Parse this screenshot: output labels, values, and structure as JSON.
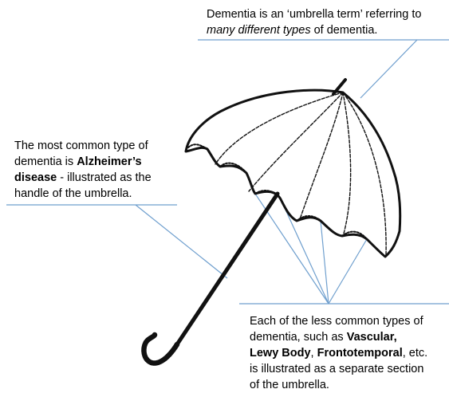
{
  "notes": {
    "top": {
      "line1": "Dementia is an ‘umbrella term’ referring to",
      "line2_italic": "many different types",
      "line2_rest": " of dementia."
    },
    "left": {
      "line1": "The most common type of",
      "line2_pre": "dementia is ",
      "line2_bold": "Alzheimer’s",
      "line3_bold": "disease",
      "line3_rest": " - illustrated as the",
      "line4": "handle of the umbrella."
    },
    "bottom": {
      "line1": "Each of the less common types of",
      "line2_pre": "dementia, such as ",
      "line2_bold": "Vascular,",
      "line3_bold1": "Lewy Body",
      "line3_mid": ", ",
      "line3_bold2": "Frontotemporal",
      "line3_rest": ", etc.",
      "line4": "is illustrated as a separate section",
      "line5": "of the umbrella."
    }
  },
  "colors": {
    "leader_lines": "#6f9fce",
    "umbrella_ink": "#111111"
  },
  "icons": {
    "umbrella": "umbrella-illustration"
  }
}
